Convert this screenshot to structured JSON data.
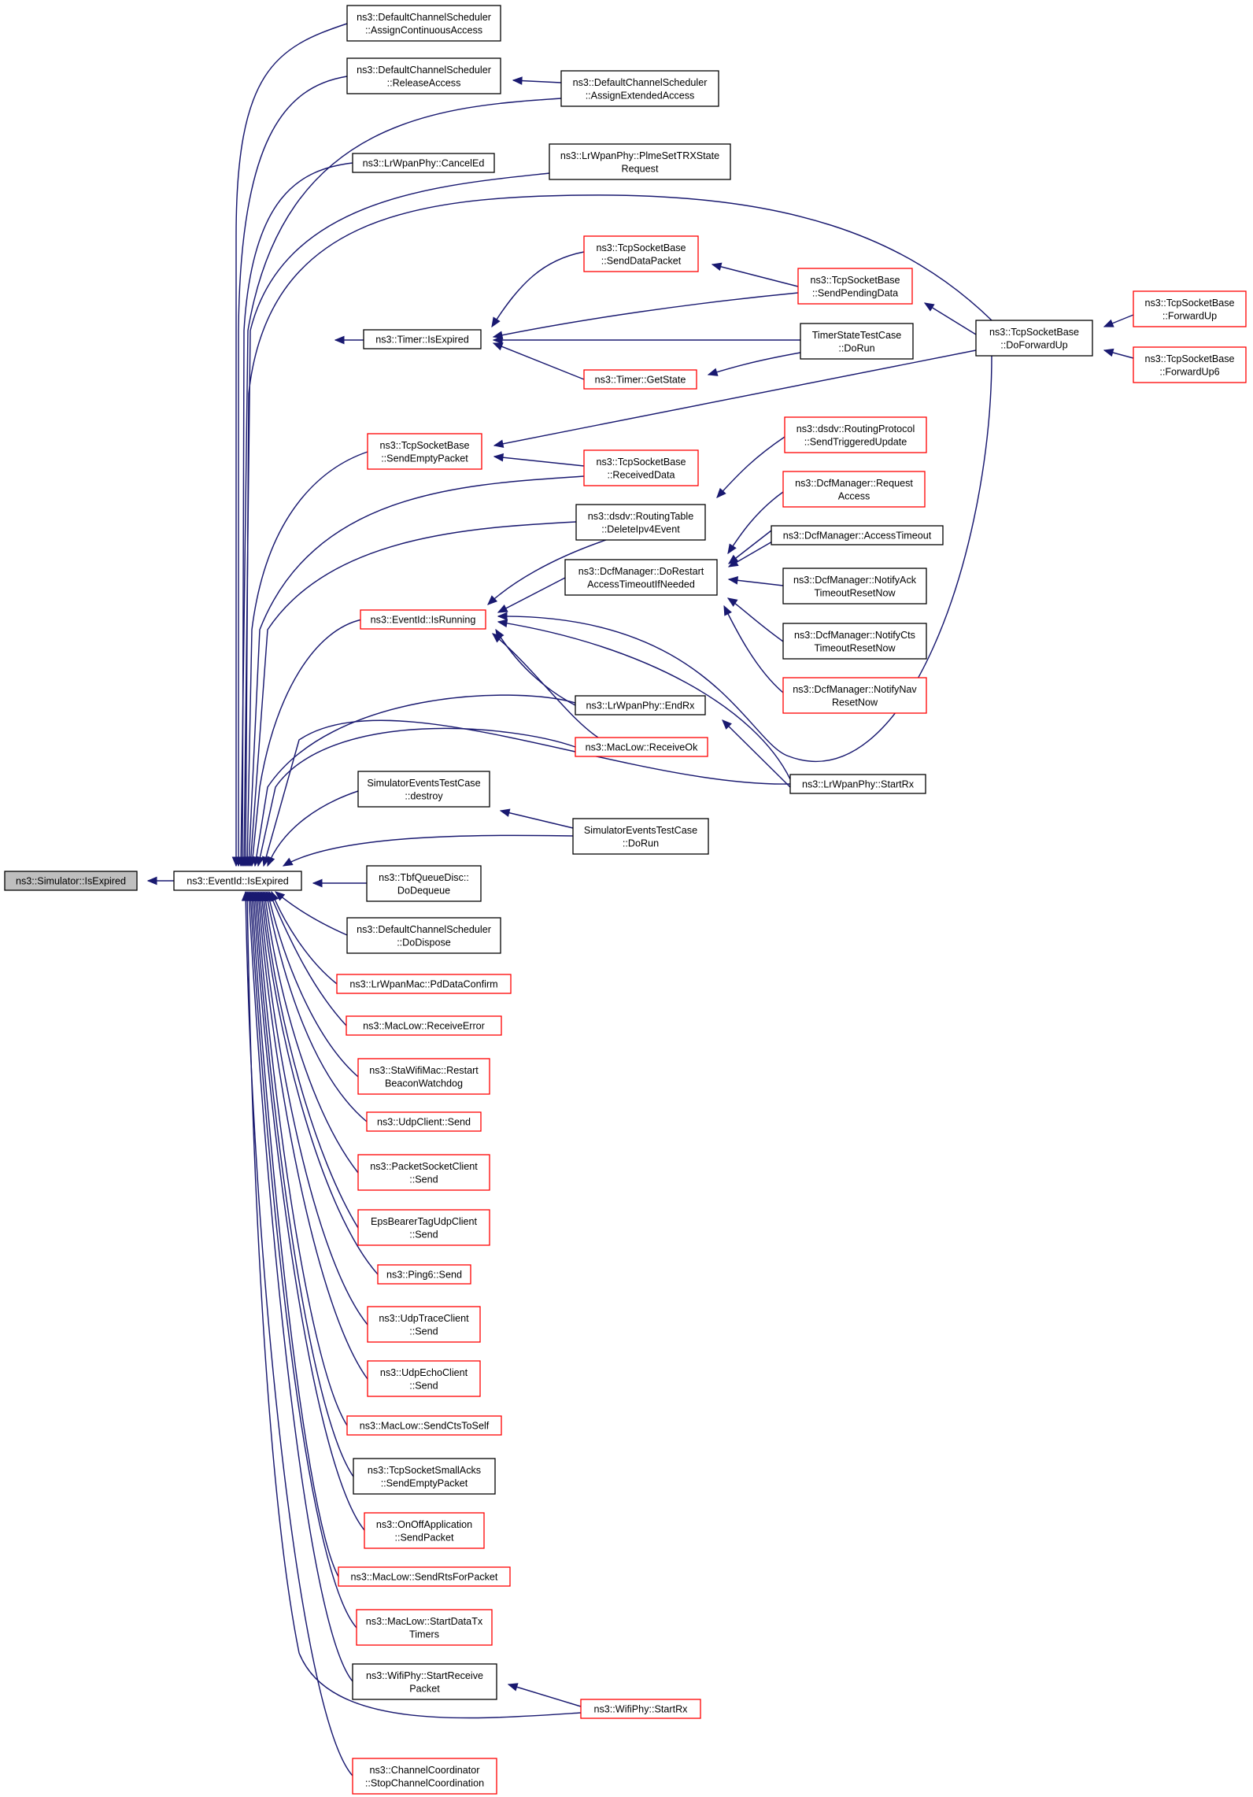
{
  "graph": {
    "type": "doxygen-caller-graph",
    "colors": {
      "edge": "#191970",
      "border_normal": "#000000",
      "border_red": "#ff0000",
      "root_fill": "#bfbfbf",
      "node_fill": "#ffffff"
    },
    "nodes": [
      {
        "id": "sim_isexpired",
        "lines": [
          "ns3::Simulator::IsExpired"
        ],
        "style": "root"
      },
      {
        "id": "evt_isexpired",
        "lines": [
          "ns3::EventId::IsExpired"
        ],
        "style": "black"
      },
      {
        "id": "dcs_assigncont",
        "lines": [
          "ns3::DefaultChannelScheduler",
          "::AssignContinuousAccess"
        ],
        "style": "black"
      },
      {
        "id": "dcs_release",
        "lines": [
          "ns3::DefaultChannelScheduler",
          "::ReleaseAccess"
        ],
        "style": "black"
      },
      {
        "id": "dcs_assignext",
        "lines": [
          "ns3::DefaultChannelScheduler",
          "::AssignExtendedAccess"
        ],
        "style": "black"
      },
      {
        "id": "lrphy_canceled",
        "lines": [
          "ns3::LrWpanPhy::CancelEd"
        ],
        "style": "black"
      },
      {
        "id": "lrphy_plme",
        "lines": [
          "ns3::LrWpanPhy::PlmeSetTRXState",
          "Request"
        ],
        "style": "black"
      },
      {
        "id": "tcp_senddata",
        "lines": [
          "ns3::TcpSocketBase",
          "::SendDataPacket"
        ],
        "style": "red"
      },
      {
        "id": "tcp_sendpending",
        "lines": [
          "ns3::TcpSocketBase",
          "::SendPendingData"
        ],
        "style": "red"
      },
      {
        "id": "tcp_doforwardup",
        "lines": [
          "ns3::TcpSocketBase",
          "::DoForwardUp"
        ],
        "style": "black"
      },
      {
        "id": "tcp_forwardup",
        "lines": [
          "ns3::TcpSocketBase",
          "::ForwardUp"
        ],
        "style": "red"
      },
      {
        "id": "tcp_forwardup6",
        "lines": [
          "ns3::TcpSocketBase",
          "::ForwardUp6"
        ],
        "style": "red"
      },
      {
        "id": "timer_isexpired",
        "lines": [
          "ns3::Timer::IsExpired"
        ],
        "style": "black"
      },
      {
        "id": "timerstate_dorun",
        "lines": [
          "TimerStateTestCase",
          "::DoRun"
        ],
        "style": "black"
      },
      {
        "id": "timer_getstate",
        "lines": [
          "ns3::Timer::GetState"
        ],
        "style": "red"
      },
      {
        "id": "tcp_sendempty",
        "lines": [
          "ns3::TcpSocketBase",
          "::SendEmptyPacket"
        ],
        "style": "red"
      },
      {
        "id": "tcp_receiveddata",
        "lines": [
          "ns3::TcpSocketBase",
          "::ReceivedData"
        ],
        "style": "red"
      },
      {
        "id": "dsdv_sendtrig",
        "lines": [
          "ns3::dsdv::RoutingProtocol",
          "::SendTriggeredUpdate"
        ],
        "style": "red"
      },
      {
        "id": "dcf_request",
        "lines": [
          "ns3::DcfManager::Request",
          "Access"
        ],
        "style": "red"
      },
      {
        "id": "dsdv_delete",
        "lines": [
          "ns3::dsdv::RoutingTable",
          "::DeleteIpv4Event"
        ],
        "style": "black"
      },
      {
        "id": "dcf_accesstimeout",
        "lines": [
          "ns3::DcfManager::AccessTimeout"
        ],
        "style": "black"
      },
      {
        "id": "dcf_dorestart",
        "lines": [
          "ns3::DcfManager::DoRestart",
          "AccessTimeoutIfNeeded"
        ],
        "style": "black"
      },
      {
        "id": "dcf_notifyack",
        "lines": [
          "ns3::DcfManager::NotifyAck",
          "TimeoutResetNow"
        ],
        "style": "black"
      },
      {
        "id": "evt_isrunning",
        "lines": [
          "ns3::EventId::IsRunning"
        ],
        "style": "red"
      },
      {
        "id": "dcf_notifycts",
        "lines": [
          "ns3::DcfManager::NotifyCts",
          "TimeoutResetNow"
        ],
        "style": "black"
      },
      {
        "id": "dcf_notifynav",
        "lines": [
          "ns3::DcfManager::NotifyNav",
          "ResetNow"
        ],
        "style": "red"
      },
      {
        "id": "lrphy_endrx",
        "lines": [
          "ns3::LrWpanPhy::EndRx"
        ],
        "style": "black"
      },
      {
        "id": "maclow_receiveok",
        "lines": [
          "ns3::MacLow::ReceiveOk"
        ],
        "style": "red"
      },
      {
        "id": "lrphy_startrx",
        "lines": [
          "ns3::LrWpanPhy::StartRx"
        ],
        "style": "black"
      },
      {
        "id": "simevt_destroy",
        "lines": [
          "SimulatorEventsTestCase",
          "::destroy"
        ],
        "style": "black"
      },
      {
        "id": "simevt_dorun",
        "lines": [
          "SimulatorEventsTestCase",
          "::DoRun"
        ],
        "style": "black"
      },
      {
        "id": "tbf_dequeue",
        "lines": [
          "ns3::TbfQueueDisc::",
          "DoDequeue"
        ],
        "style": "black"
      },
      {
        "id": "dcs_dispose",
        "lines": [
          "ns3::DefaultChannelScheduler",
          "::DoDispose"
        ],
        "style": "black"
      },
      {
        "id": "lrmac_pdconfirm",
        "lines": [
          "ns3::LrWpanMac::PdDataConfirm"
        ],
        "style": "red"
      },
      {
        "id": "maclow_receiveerror",
        "lines": [
          "ns3::MacLow::ReceiveError"
        ],
        "style": "red"
      },
      {
        "id": "stawifi_restart",
        "lines": [
          "ns3::StaWifiMac::Restart",
          "BeaconWatchdog"
        ],
        "style": "red"
      },
      {
        "id": "udpclient_send",
        "lines": [
          "ns3::UdpClient::Send"
        ],
        "style": "red"
      },
      {
        "id": "pktsock_send",
        "lines": [
          "ns3::PacketSocketClient",
          "::Send"
        ],
        "style": "red"
      },
      {
        "id": "epsbearer_send",
        "lines": [
          "EpsBearerTagUdpClient",
          "::Send"
        ],
        "style": "red"
      },
      {
        "id": "ping6_send",
        "lines": [
          "ns3::Ping6::Send"
        ],
        "style": "red"
      },
      {
        "id": "udptrace_send",
        "lines": [
          "ns3::UdpTraceClient",
          "::Send"
        ],
        "style": "red"
      },
      {
        "id": "udpecho_send",
        "lines": [
          "ns3::UdpEchoClient",
          "::Send"
        ],
        "style": "red"
      },
      {
        "id": "maclow_sendcts",
        "lines": [
          "ns3::MacLow::SendCtsToSelf"
        ],
        "style": "red"
      },
      {
        "id": "tcpsmall_sendempty",
        "lines": [
          "ns3::TcpSocketSmallAcks",
          "::SendEmptyPacket"
        ],
        "style": "black"
      },
      {
        "id": "onoff_sendpacket",
        "lines": [
          "ns3::OnOffApplication",
          "::SendPacket"
        ],
        "style": "red"
      },
      {
        "id": "maclow_sendrts",
        "lines": [
          "ns3::MacLow::SendRtsForPacket"
        ],
        "style": "red"
      },
      {
        "id": "maclow_startdatatx",
        "lines": [
          "ns3::MacLow::StartDataTx",
          "Timers"
        ],
        "style": "red"
      },
      {
        "id": "wifiphy_startreceive",
        "lines": [
          "ns3::WifiPhy::StartReceive",
          "Packet"
        ],
        "style": "black"
      },
      {
        "id": "wifiphy_startrx",
        "lines": [
          "ns3::WifiPhy::StartRx"
        ],
        "style": "red"
      },
      {
        "id": "chcoord_stop",
        "lines": [
          "ns3::ChannelCoordinator",
          "::StopChannelCoordination"
        ],
        "style": "red"
      }
    ],
    "edges": [
      {
        "from": "evt_isexpired",
        "to": "sim_isexpired"
      },
      {
        "from": "dcs_assigncont",
        "to": "evt_isexpired"
      },
      {
        "from": "dcs_release",
        "to": "evt_isexpired"
      },
      {
        "from": "dcs_assignext",
        "to": "evt_isexpired"
      },
      {
        "from": "dcs_assignext",
        "to": "dcs_release"
      },
      {
        "from": "lrphy_canceled",
        "to": "evt_isexpired"
      },
      {
        "from": "lrphy_plme",
        "to": "evt_isexpired"
      },
      {
        "from": "lrphy_plme",
        "to": "lrphy_canceled"
      },
      {
        "from": "tcp_doforwardup",
        "to": "evt_isexpired"
      },
      {
        "from": "timer_isexpired",
        "to": "evt_isexpired"
      },
      {
        "from": "tcp_senddata",
        "to": "timer_isexpired"
      },
      {
        "from": "tcp_sendpending",
        "to": "timer_isexpired"
      },
      {
        "from": "tcp_sendpending",
        "to": "tcp_senddata"
      },
      {
        "from": "timerstate_dorun",
        "to": "timer_isexpired"
      },
      {
        "from": "timer_getstate",
        "to": "timer_isexpired"
      },
      {
        "from": "timerstate_dorun",
        "to": "timer_getstate"
      },
      {
        "from": "tcp_doforwardup",
        "to": "tcp_sendpending"
      },
      {
        "from": "tcp_forwardup",
        "to": "tcp_doforwardup"
      },
      {
        "from": "tcp_forwardup6",
        "to": "tcp_doforwardup"
      },
      {
        "from": "tcp_sendempty",
        "to": "evt_isexpired"
      },
      {
        "from": "tcp_doforwardup",
        "to": "tcp_sendempty"
      },
      {
        "from": "tcp_receiveddata",
        "to": "tcp_sendempty"
      },
      {
        "from": "tcp_receiveddata",
        "to": "evt_isexpired"
      },
      {
        "from": "dsdv_delete",
        "to": "evt_isexpired"
      },
      {
        "from": "dsdv_sendtrig",
        "to": "dsdv_delete"
      },
      {
        "from": "dcf_dorestart",
        "to": "evt_isexpired"
      },
      {
        "from": "dcf_request",
        "to": "dcf_dorestart"
      },
      {
        "from": "dcf_accesstimeout",
        "to": "dcf_dorestart"
      },
      {
        "from": "dcf_dorestart",
        "to": "dcf_accesstimeout"
      },
      {
        "from": "dcf_notifyack",
        "to": "dcf_dorestart"
      },
      {
        "from": "dcf_notifycts",
        "to": "dcf_dorestart"
      },
      {
        "from": "dcf_notifynav",
        "to": "dcf_dorestart"
      },
      {
        "from": "evt_isrunning",
        "to": "evt_isexpired"
      },
      {
        "from": "dsdv_delete",
        "to": "evt_isrunning"
      },
      {
        "from": "dcf_dorestart",
        "to": "evt_isrunning"
      },
      {
        "from": "lrphy_endrx",
        "to": "evt_isrunning"
      },
      {
        "from": "maclow_receiveok",
        "to": "evt_isrunning"
      },
      {
        "from": "lrphy_startrx",
        "to": "evt_isrunning"
      },
      {
        "from": "tcp_doforwardup",
        "to": "evt_isrunning"
      },
      {
        "from": "lrphy_endrx",
        "to": "evt_isexpired"
      },
      {
        "from": "maclow_receiveok",
        "to": "evt_isexpired"
      },
      {
        "from": "lrphy_startrx",
        "to": "evt_isexpired"
      },
      {
        "from": "lrphy_startrx",
        "to": "lrphy_endrx"
      },
      {
        "from": "simevt_destroy",
        "to": "evt_isexpired"
      },
      {
        "from": "simevt_dorun",
        "to": "simevt_destroy"
      },
      {
        "from": "simevt_dorun",
        "to": "evt_isexpired"
      },
      {
        "from": "tbf_dequeue",
        "to": "evt_isexpired"
      },
      {
        "from": "dcs_dispose",
        "to": "evt_isexpired"
      },
      {
        "from": "lrmac_pdconfirm",
        "to": "evt_isexpired"
      },
      {
        "from": "maclow_receiveerror",
        "to": "evt_isexpired"
      },
      {
        "from": "stawifi_restart",
        "to": "evt_isexpired"
      },
      {
        "from": "udpclient_send",
        "to": "evt_isexpired"
      },
      {
        "from": "pktsock_send",
        "to": "evt_isexpired"
      },
      {
        "from": "epsbearer_send",
        "to": "evt_isexpired"
      },
      {
        "from": "ping6_send",
        "to": "evt_isexpired"
      },
      {
        "from": "udptrace_send",
        "to": "evt_isexpired"
      },
      {
        "from": "udpecho_send",
        "to": "evt_isexpired"
      },
      {
        "from": "maclow_sendcts",
        "to": "evt_isexpired"
      },
      {
        "from": "tcpsmall_sendempty",
        "to": "evt_isexpired"
      },
      {
        "from": "onoff_sendpacket",
        "to": "evt_isexpired"
      },
      {
        "from": "maclow_sendrts",
        "to": "evt_isexpired"
      },
      {
        "from": "maclow_startdatatx",
        "to": "evt_isexpired"
      },
      {
        "from": "wifiphy_startreceive",
        "to": "evt_isexpired"
      },
      {
        "from": "wifiphy_startrx",
        "to": "wifiphy_startreceive"
      },
      {
        "from": "wifiphy_startrx",
        "to": "evt_isexpired"
      },
      {
        "from": "chcoord_stop",
        "to": "evt_isexpired"
      }
    ]
  }
}
